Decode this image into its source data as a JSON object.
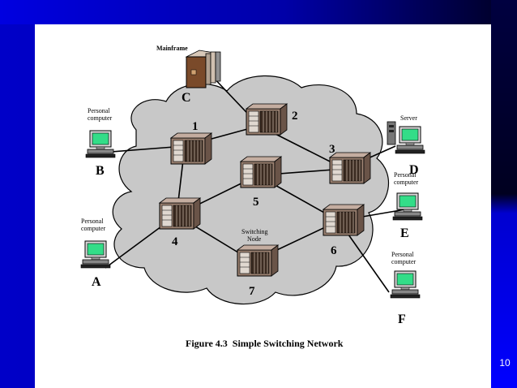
{
  "slide": {
    "page_number": "10",
    "caption": "Figure 4.3  Simple Switching Network"
  },
  "nodes": [
    {
      "id": "1",
      "label": "1"
    },
    {
      "id": "2",
      "label": "2"
    },
    {
      "id": "3",
      "label": "3"
    },
    {
      "id": "4",
      "label": "4"
    },
    {
      "id": "5",
      "label": "5"
    },
    {
      "id": "6",
      "label": "6"
    },
    {
      "id": "7",
      "label": "7"
    }
  ],
  "switching_node_label_line1": "Switching",
  "switching_node_label_line2": "Node",
  "stations": {
    "A": {
      "letter": "A",
      "line1": "Personal",
      "line2": "computer"
    },
    "B": {
      "letter": "B",
      "line1": "Personal",
      "line2": "computer"
    },
    "C": {
      "letter": "C",
      "line1": "Mainframe"
    },
    "D": {
      "letter": "D",
      "line1": "Server"
    },
    "E": {
      "letter": "E",
      "line1": "Personal",
      "line2": "computer"
    },
    "F": {
      "letter": "F",
      "line1": "Personal",
      "line2": "computer"
    }
  },
  "colors": {
    "background_blue": "#0000c8",
    "cloud_fill": "#c8c8c8",
    "screen_green": "#33dd88"
  }
}
